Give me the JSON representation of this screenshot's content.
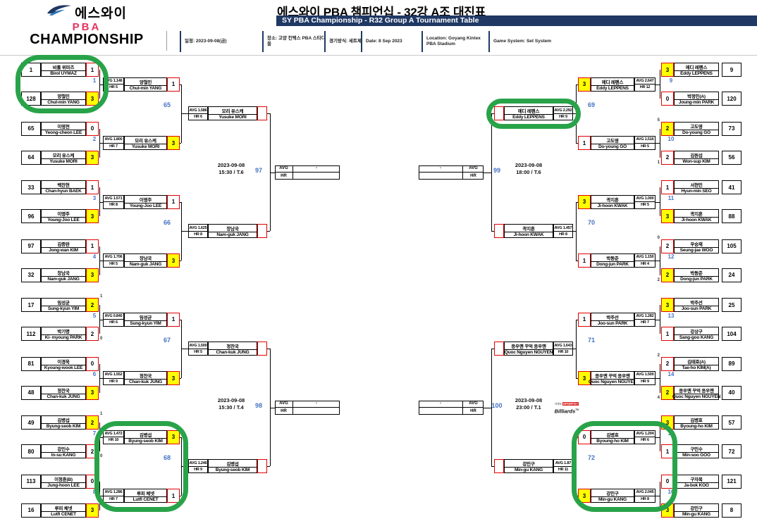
{
  "header": {
    "logo": {
      "kr": "에스와이",
      "pba": "PBA",
      "championship": "CHAMPIONSHIP"
    },
    "title": "에스와이 PBA 챔피언십 - 32강 A조 대진표",
    "subtitle": "SY PBA Championship - R32 Group A Tournament Table",
    "info": [
      "일정: 2023-09-08(금)",
      "장소: 고양 킨텍스 PBA 스타디움",
      "경기방식: 세트제",
      "Date: 8 Sep 2023",
      "Location: Goyang Kintex PBA Stadium",
      "Game System: Set System"
    ]
  },
  "colors": {
    "accent_navy": "#1F3864",
    "match_number_blue": "#4472C4",
    "winner_yellow": "#FFFF00",
    "score_border_red": "#E10000",
    "highlight_green": "#29A349",
    "pba_pink": "#E6325F"
  },
  "bracket": {
    "left": {
      "r32": [
        {
          "no": "1",
          "highlight": true,
          "top": {
            "seed": "1",
            "kr": "비롤 위마즈",
            "en": "Birol UYMAZ",
            "score": "1",
            "win": false,
            "so": ""
          },
          "bottom": {
            "seed": "128",
            "kr": "양철민",
            "en": "Chul-min YANG",
            "score": "3",
            "win": true,
            "so": ""
          }
        },
        {
          "no": "2",
          "top": {
            "seed": "65",
            "kr": "이영천",
            "en": "Yeong-cheon LEE",
            "score": "0",
            "win": false,
            "so": ""
          },
          "bottom": {
            "seed": "64",
            "kr": "모리 유스케",
            "en": "Yusuke MORI",
            "score": "3",
            "win": true,
            "so": ""
          }
        },
        {
          "no": "3",
          "top": {
            "seed": "33",
            "kr": "백찬현",
            "en": "Chan-hyun BAEK",
            "score": "1",
            "win": false,
            "so": ""
          },
          "bottom": {
            "seed": "96",
            "kr": "이영주",
            "en": "Young-Joo LEE",
            "score": "3",
            "win": true,
            "so": ""
          }
        },
        {
          "no": "4",
          "top": {
            "seed": "97",
            "kr": "김종완",
            "en": "Jong-wan KIM",
            "score": "1",
            "win": false,
            "so": ""
          },
          "bottom": {
            "seed": "32",
            "kr": "장남국",
            "en": "Nam-guk JANG",
            "score": "3",
            "win": true,
            "so": ""
          }
        },
        {
          "no": "5",
          "top": {
            "seed": "17",
            "kr": "임성균",
            "en": "Sung-kyun YIM",
            "score": "2",
            "win": true,
            "so": "1"
          },
          "bottom": {
            "seed": "112",
            "kr": "박기명",
            "en": "Ki- myoung PARK",
            "score": "2",
            "win": false,
            "so": "0"
          }
        },
        {
          "no": "6",
          "top": {
            "seed": "81",
            "kr": "이경욱",
            "en": "Kyoung-wook LEE",
            "score": "0",
            "win": false,
            "so": ""
          },
          "bottom": {
            "seed": "48",
            "kr": "정찬국",
            "en": "Chan-kuk JUNG",
            "score": "3",
            "win": true,
            "so": ""
          }
        },
        {
          "no": "7",
          "top": {
            "seed": "49",
            "kr": "김병섭",
            "en": "Byung-seob KIM",
            "score": "2",
            "win": true,
            "so": "1"
          },
          "bottom": {
            "seed": "80",
            "kr": "강인수",
            "en": "In-su KANG",
            "score": "2",
            "win": false,
            "so": "0"
          }
        },
        {
          "no": "8",
          "top": {
            "seed": "113",
            "kr": "이정훈(B)",
            "en": "Jung-hoon LEE",
            "score": "0",
            "win": false,
            "so": ""
          },
          "bottom": {
            "seed": "16",
            "kr": "루피 체넷",
            "en": "Lutfi CENET",
            "score": "3",
            "win": true,
            "so": ""
          }
        }
      ],
      "r16": [
        {
          "no": "65",
          "top": {
            "avg": "AVG 1.146",
            "hr": "HR 5",
            "kr": "양철민",
            "en": "Chul-min YANG",
            "score": "1",
            "win": false
          },
          "bottom": {
            "avg": "AVG 1.800",
            "hr": "HR 7",
            "kr": "모리 유스케",
            "en": "Yusuke MORI",
            "score": "3",
            "win": true
          }
        },
        {
          "no": "66",
          "top": {
            "avg": "AVG 1.571",
            "hr": "HR 8",
            "kr": "이영주",
            "en": "Young-Joo LEE",
            "score": "1",
            "win": false
          },
          "bottom": {
            "avg": "AVG 1.706",
            "hr": "HR 5",
            "kr": "장남국",
            "en": "Nam-guk JANG",
            "score": "3",
            "win": true
          }
        },
        {
          "no": "67",
          "top": {
            "avg": "AVG 0.840",
            "hr": "HR 6",
            "kr": "임성균",
            "en": "Sung-kyun YIM",
            "score": "1",
            "win": false
          },
          "bottom": {
            "avg": "AVG 1.552",
            "hr": "HR 9",
            "kr": "정찬국",
            "en": "Chan-kuk JUNG",
            "score": "3",
            "win": true
          }
        },
        {
          "no": "68",
          "highlight": true,
          "top": {
            "avg": "AVG 1.472",
            "hr": "HR 10",
            "kr": "김병섭",
            "en": "Byung-seob KIM",
            "score": "3",
            "win": true
          },
          "bottom": {
            "avg": "AVG 1.286",
            "hr": "HR 7",
            "kr": "루피 체넷",
            "en": "Lutfi CENET",
            "score": "1",
            "win": false
          }
        }
      ],
      "qf": [
        {
          "no": "97",
          "date": "2023-09-08",
          "time": "15:30 / T.6",
          "top": {
            "avg": "AVG 1.586",
            "hr": "HR 6",
            "kr": "모리 유스케",
            "en": "Yusuke MORI",
            "score": "",
            "win": false
          },
          "bottom": {
            "avg": "AVG 1.625",
            "hr": "HR 8",
            "kr": "장남국",
            "en": "Nam-guk JANG",
            "score": "",
            "win": false
          }
        },
        {
          "no": "98",
          "date": "2023-09-08",
          "time": "15:30 / T.4",
          "top": {
            "avg": "AVG 1.500",
            "hr": "HR 5",
            "kr": "정찬국",
            "en": "Chan-kuk JUNG",
            "score": "",
            "win": false
          },
          "bottom": {
            "avg": "AVG 1.246",
            "hr": "HR 9",
            "kr": "김병섭",
            "en": "Byung-seob KIM",
            "score": "",
            "win": false
          }
        }
      ],
      "sf_slots": [
        {
          "avg_label": "AVG",
          "hr_label": "HR",
          "avg_value": "-",
          "hr_value": ""
        },
        {
          "avg_label": "AVG",
          "hr_label": "HR",
          "avg_value": "-",
          "hr_value": ""
        }
      ]
    },
    "right": {
      "r32": [
        {
          "no": "9",
          "top": {
            "seed": "9",
            "kr": "에디 레펜스",
            "en": "Eddy LEPPENS",
            "score": "3",
            "win": true,
            "so": ""
          },
          "bottom": {
            "seed": "120",
            "kr": "박정민(A)",
            "en": "Joung-min PARK",
            "score": "0",
            "win": false,
            "so": ""
          }
        },
        {
          "no": "10",
          "top": {
            "seed": "73",
            "kr": "고도영",
            "en": "Do-young GO",
            "score": "2",
            "win": true,
            "so": "5"
          },
          "bottom": {
            "seed": "56",
            "kr": "김원섭",
            "en": "Won-sup KIM",
            "score": "2",
            "win": false,
            "so": "1"
          }
        },
        {
          "no": "11",
          "top": {
            "seed": "41",
            "kr": "서현민",
            "en": "Hyun-min SEO",
            "score": "1",
            "win": false,
            "so": ""
          },
          "bottom": {
            "seed": "88",
            "kr": "곽지훈",
            "en": "Ji-hoon KWAK",
            "score": "3",
            "win": true,
            "so": ""
          }
        },
        {
          "no": "12",
          "top": {
            "seed": "105",
            "kr": "우승재",
            "en": "Seung-jae WOO",
            "score": "2",
            "win": false,
            "so": "0"
          },
          "bottom": {
            "seed": "24",
            "kr": "박동준",
            "en": "Dong-jun PARK",
            "score": "2",
            "win": true,
            "so": "2"
          }
        },
        {
          "no": "13",
          "top": {
            "seed": "25",
            "kr": "박주선",
            "en": "Joo-sun PARK",
            "score": "3",
            "win": true,
            "so": ""
          },
          "bottom": {
            "seed": "104",
            "kr": "강상구",
            "en": "Sang-goo KANG",
            "score": "1",
            "win": false,
            "so": ""
          }
        },
        {
          "no": "14",
          "top": {
            "seed": "89",
            "kr": "김태호(A)",
            "en": "Tae-ho KIM(A)",
            "score": "2",
            "win": false,
            "so": "2"
          },
          "bottom": {
            "seed": "40",
            "kr": "응우옌 꾸억 응우옌",
            "en": "Quoc Nguyen NGUYEN",
            "score": "2",
            "win": true,
            "so": "4"
          }
        },
        {
          "no": "15",
          "top": {
            "seed": "57",
            "kr": "김병호",
            "en": "Byoung-ho KIM",
            "score": "3",
            "win": true,
            "so": ""
          },
          "bottom": {
            "seed": "72",
            "kr": "구민수",
            "en": "Min-soo GOO",
            "score": "1",
            "win": false,
            "so": ""
          }
        },
        {
          "no": "16",
          "top": {
            "seed": "121",
            "kr": "구자복",
            "en": "Ja-bok KOO",
            "score": "0",
            "win": false,
            "so": ""
          },
          "bottom": {
            "seed": "8",
            "kr": "강민구",
            "en": "Min-gu KANG",
            "score": "3",
            "win": true,
            "so": ""
          }
        }
      ],
      "r16": [
        {
          "no": "69",
          "top": {
            "avg": "AVG 2.647",
            "hr": "HR 12",
            "kr": "에디 레펜스",
            "en": "Eddy LEPPENS",
            "score": "3",
            "win": true
          },
          "bottom": {
            "avg": "AVG 1.516",
            "hr": "HR 5",
            "kr": "고도영",
            "en": "Do-young GO",
            "score": "1",
            "win": false
          }
        },
        {
          "no": "70",
          "top": {
            "avg": "AVG 1.000",
            "hr": "HR 5",
            "kr": "곽지훈",
            "en": "Ji-hoon KWAK",
            "score": "3",
            "win": true
          },
          "bottom": {
            "avg": "AVG 1.150",
            "hr": "HR 4",
            "kr": "박동준",
            "en": "Dong-jun PARK",
            "score": "1",
            "win": false
          }
        },
        {
          "no": "71",
          "top": {
            "avg": "AVG 1.282",
            "hr": "HR 7",
            "kr": "박주선",
            "en": "Joo-sun PARK",
            "score": "1",
            "win": false
          },
          "bottom": {
            "avg": "AVG 1.500",
            "hr": "HR 9",
            "kr": "응우옌 꾸억 응우옌",
            "en": "Quoc Nguyen NGUYEN",
            "score": "3",
            "win": true
          }
        },
        {
          "no": "72",
          "highlight": true,
          "top": {
            "avg": "AVG 1.204",
            "hr": "HR 6",
            "kr": "김병호",
            "en": "Byoung-ho KIM",
            "score": "0",
            "win": false
          },
          "bottom": {
            "avg": "AVG 2.045",
            "hr": "HR 8",
            "kr": "강민구",
            "en": "Min-gu KANG",
            "score": "3",
            "win": true
          }
        }
      ],
      "qf": [
        {
          "no": "99",
          "date": "2023-09-08",
          "time": "18:00 / T.6",
          "top": {
            "avg": "AVG 2.292",
            "hr": "HR 9",
            "kr": "에디 레펜스",
            "en": "Eddy LEPPENS",
            "score": "",
            "win": false,
            "highlight": true
          },
          "bottom": {
            "avg": "AVG 1.457",
            "hr": "HR 8",
            "kr": "곽지훈",
            "en": "Ji-hoon KWAK",
            "score": "",
            "win": false
          }
        },
        {
          "no": "100",
          "date": "2023-09-08",
          "time": "23:00 / T.1",
          "top": {
            "avg": "AVG 1.643",
            "hr": "HR 10",
            "kr": "응우옌 꾸억 응우옌",
            "en": "Quoc Nguyen NGUYEN",
            "score": "",
            "win": false
          },
          "bottom": {
            "avg": "AVG 1.87",
            "hr": "HR 11",
            "kr": "강민구",
            "en": "Min-gu KANG",
            "score": "",
            "win": false
          }
        }
      ],
      "sf_slots": [
        {
          "avg_label": "AVG",
          "hr_label": "HR",
          "avg_value": "-",
          "hr_value": ""
        },
        {
          "avg_label": "AVG",
          "hr_label": "HR",
          "avg_value": "-",
          "hr_value": ""
        }
      ],
      "tv": {
        "mbc": "mbc",
        "sports": "SPORTS+",
        "billiards": "Billiards",
        "tv": "TV"
      }
    }
  }
}
